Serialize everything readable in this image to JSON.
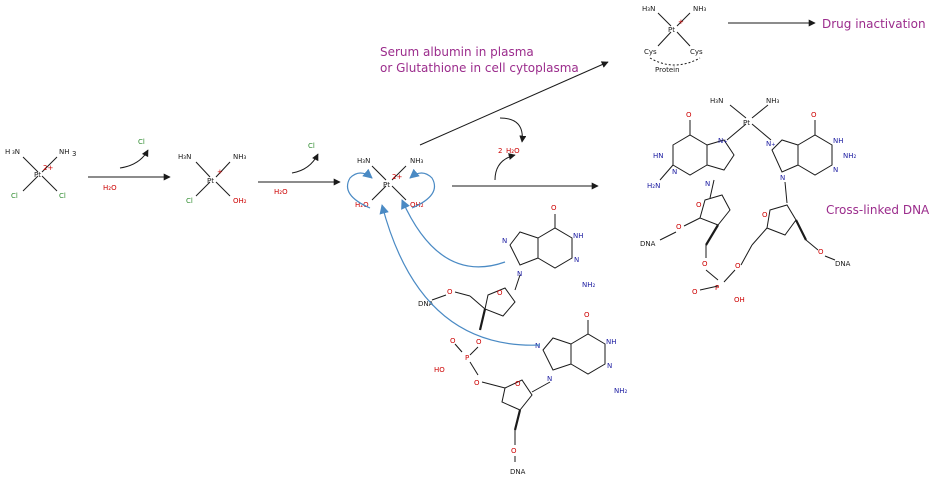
{
  "labels": {
    "serum_line1": "Serum albumin in plasma",
    "serum_line2": "or Glutathione in cell cytoplasma",
    "drug_inactivation": "Drug inactivation",
    "cross_linked": "Cross-linked DNA",
    "water_2": "2",
    "chloride": "Cl",
    "h2o": "H",
    "dna": "DNA",
    "cys": "Cys",
    "protein": "Protein",
    "pt": "Pt",
    "nh3": "NH",
    "h3n": "H",
    "oh": "OH",
    "ho": "HO",
    "o": "O",
    "p": "P",
    "n": "N",
    "nh": "NH",
    "nh2": "NH",
    "hn": "HN",
    "h2n": "H",
    "oh2": "OH"
  },
  "colors": {
    "purple": "#9b2c8c",
    "red": "#cc0000",
    "green": "#2e8b2e",
    "blue": "#1a1aa0",
    "curve": "#4a8ac4"
  }
}
